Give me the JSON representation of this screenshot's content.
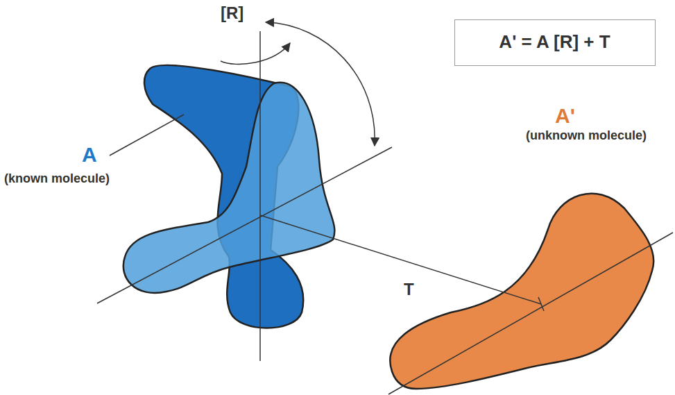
{
  "diagram": {
    "nodes": [
      {
        "text": [
          "A' = A [R] + T"
        ]
      }
    ],
    "labels": [
      "[R]",
      "A",
      "(known molecule)",
      "A'",
      "(unknown molecule)",
      "T"
    ]
  }
}
